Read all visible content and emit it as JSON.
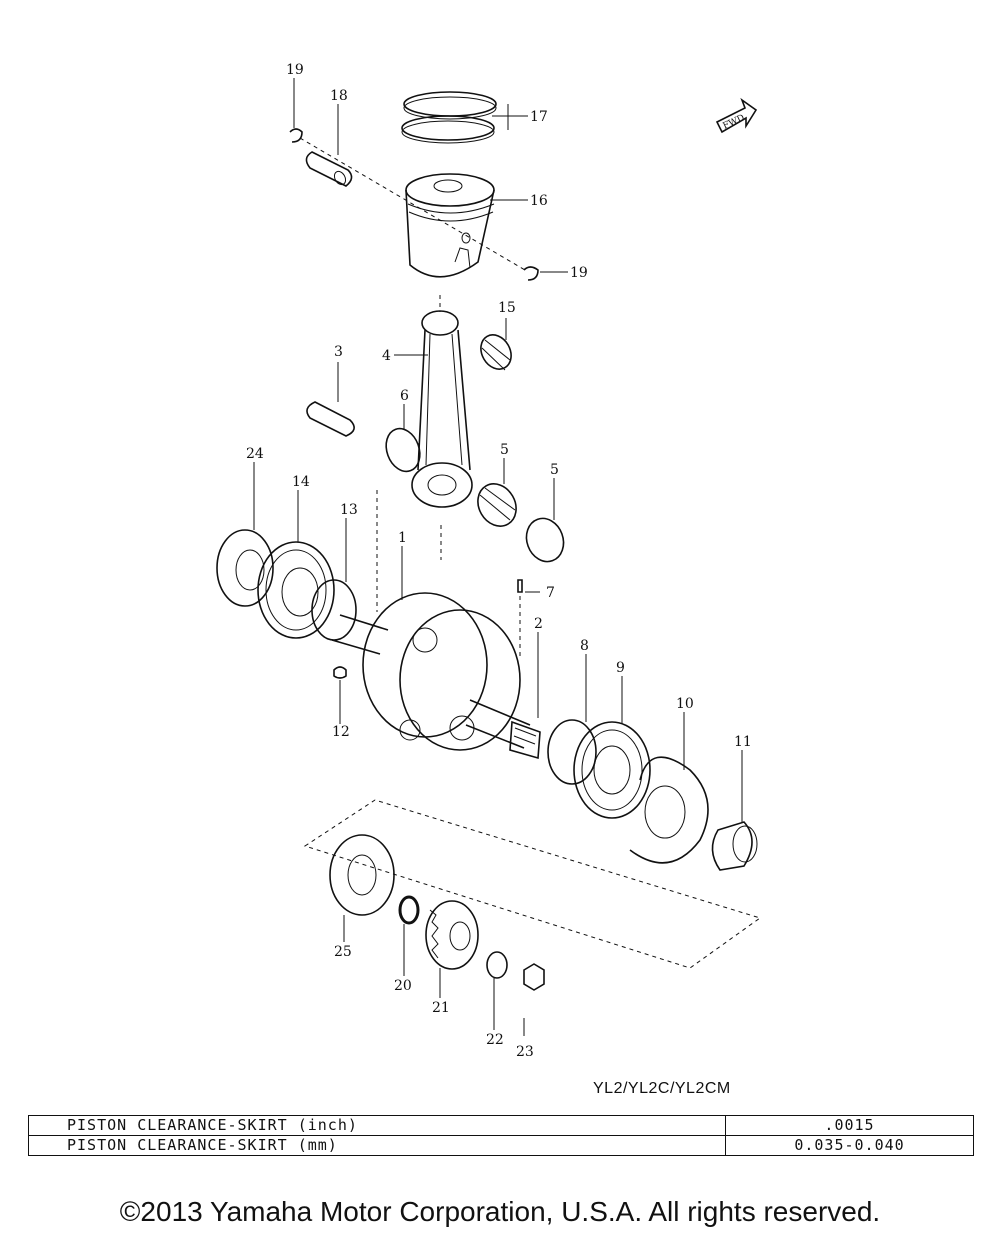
{
  "callouts": {
    "c1": "1",
    "c2": "2",
    "c3": "3",
    "c4": "4",
    "c5a": "5",
    "c5b": "5",
    "c6": "6",
    "c7": "7",
    "c8": "8",
    "c9": "9",
    "c10": "10",
    "c11": "11",
    "c12": "12",
    "c13": "13",
    "c14": "14",
    "c15": "15",
    "c16": "16",
    "c17": "17",
    "c18": "18",
    "c19a": "19",
    "c19b": "19",
    "c20": "20",
    "c21": "21",
    "c22": "22",
    "c23": "23",
    "c24": "24",
    "c25": "25"
  },
  "fwd_label": "FWD",
  "model_label": "YL2/YL2C/YL2CM",
  "spec_table": {
    "rows": [
      {
        "label": "PISTON CLEARANCE-SKIRT (inch)",
        "value": ".0015"
      },
      {
        "label": "PISTON CLEARANCE-SKIRT (mm)",
        "value": "0.035-0.040"
      }
    ]
  },
  "copyright": "©2013 Yamaha Motor Corporation, U.S.A. All rights reserved."
}
